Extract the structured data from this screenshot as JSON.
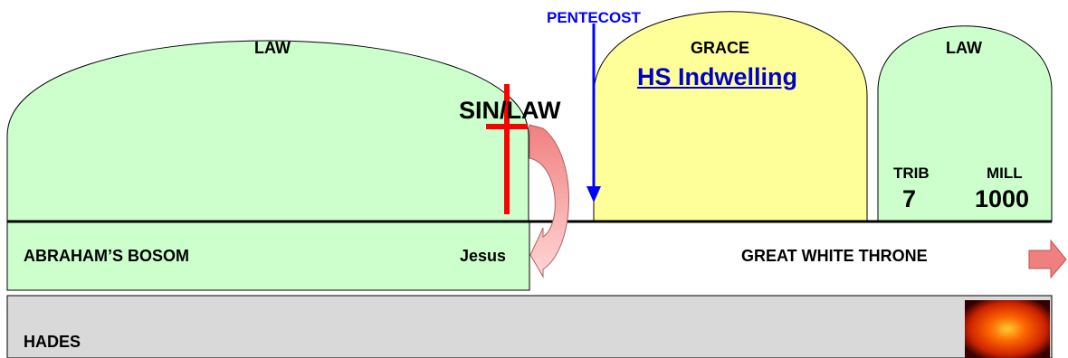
{
  "law_left": {
    "label": "LAW"
  },
  "sin_law": "SIN/LAW",
  "pentecost": "PENTECOST",
  "grace": {
    "label": "GRACE",
    "link": "HS Indwelling"
  },
  "law_right": {
    "label": "LAW",
    "trib_label": "TRIB",
    "trib_value": "7",
    "mill_label": "MILL",
    "mill_value": "1000"
  },
  "abrahams_bosom": "ABRAHAM’S BOSOM",
  "jesus": "Jesus",
  "great_white_throne": "GREAT WHITE THRONE",
  "hades": "HADES",
  "icons": [
    "cross-icon",
    "curved-arrow-icon",
    "down-arrow-icon",
    "right-arrow-icon",
    "sun-icon"
  ],
  "colors": {
    "law": "#ccffcc",
    "grace": "#ffff99",
    "hades": "#d9d9d9",
    "cross": "#ff0000",
    "pentecost": "#0000ff",
    "link": "#0000cc",
    "arrow": "#f08080"
  }
}
